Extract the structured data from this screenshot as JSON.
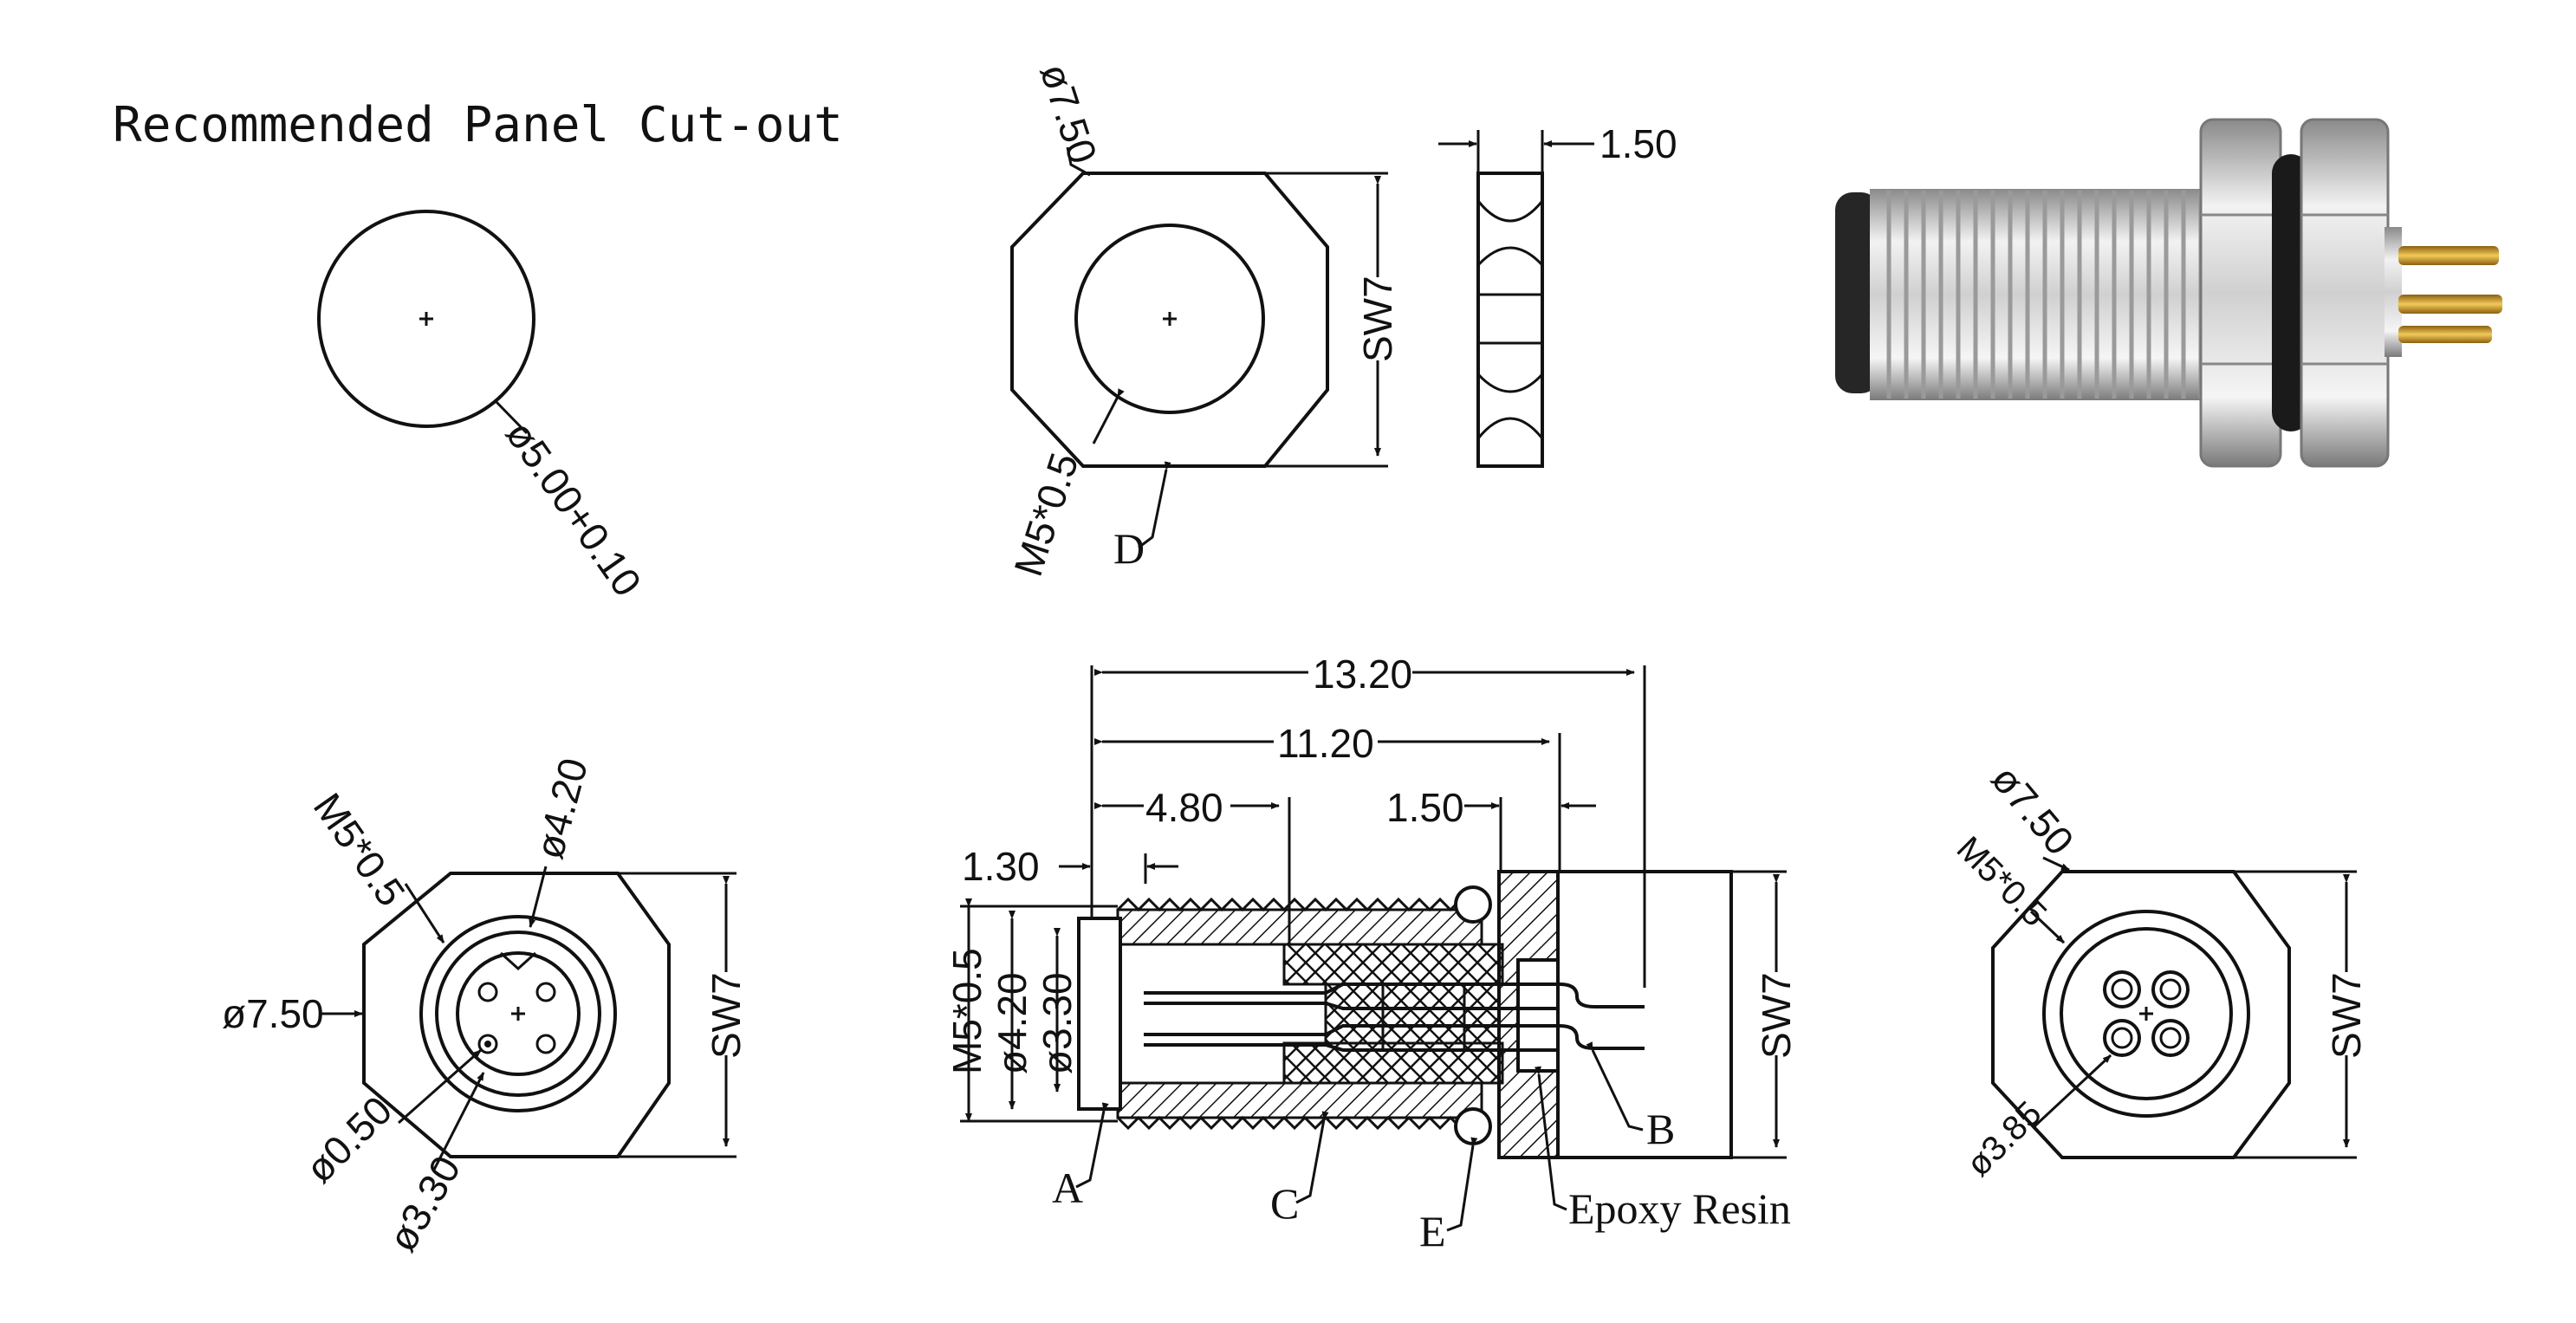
{
  "panel_cutout": {
    "title": "Recommended Panel Cut-out",
    "diameter": "ø5.00+0.10"
  },
  "nut_view": {
    "outer_dia": "ø7.50",
    "thread": "M5*0.5",
    "sw": "SW7",
    "label_d": "D",
    "thickness": "1.50"
  },
  "front_view_left": {
    "thread": "M5*0.5",
    "dia_420": "ø4.20",
    "dia_750": "ø7.50",
    "dia_050": "ø0.50",
    "dia_330": "ø3.30",
    "sw": "SW7"
  },
  "section_view": {
    "len_total": "13.20",
    "len_body": "11.20",
    "len_480": "4.80",
    "len_150": "1.50",
    "len_130": "1.30",
    "thread": "M5*0.5",
    "dia_420": "ø4.20",
    "dia_330": "ø3.30",
    "sw": "SW7",
    "label_a": "A",
    "label_b": "B",
    "label_c": "C",
    "label_e": "E",
    "epoxy": "Epoxy Resin"
  },
  "rear_view_right": {
    "outer_dia": "ø7.50",
    "thread": "M5*0.5",
    "pin_circle": "ø3.85",
    "sw": "SW7"
  },
  "colors": {
    "line": "#111111",
    "metal_light": "#e6e6e6",
    "metal_dark": "#8a8a8a",
    "oring": "#1a1a1a",
    "gold": "#c8961e"
  }
}
